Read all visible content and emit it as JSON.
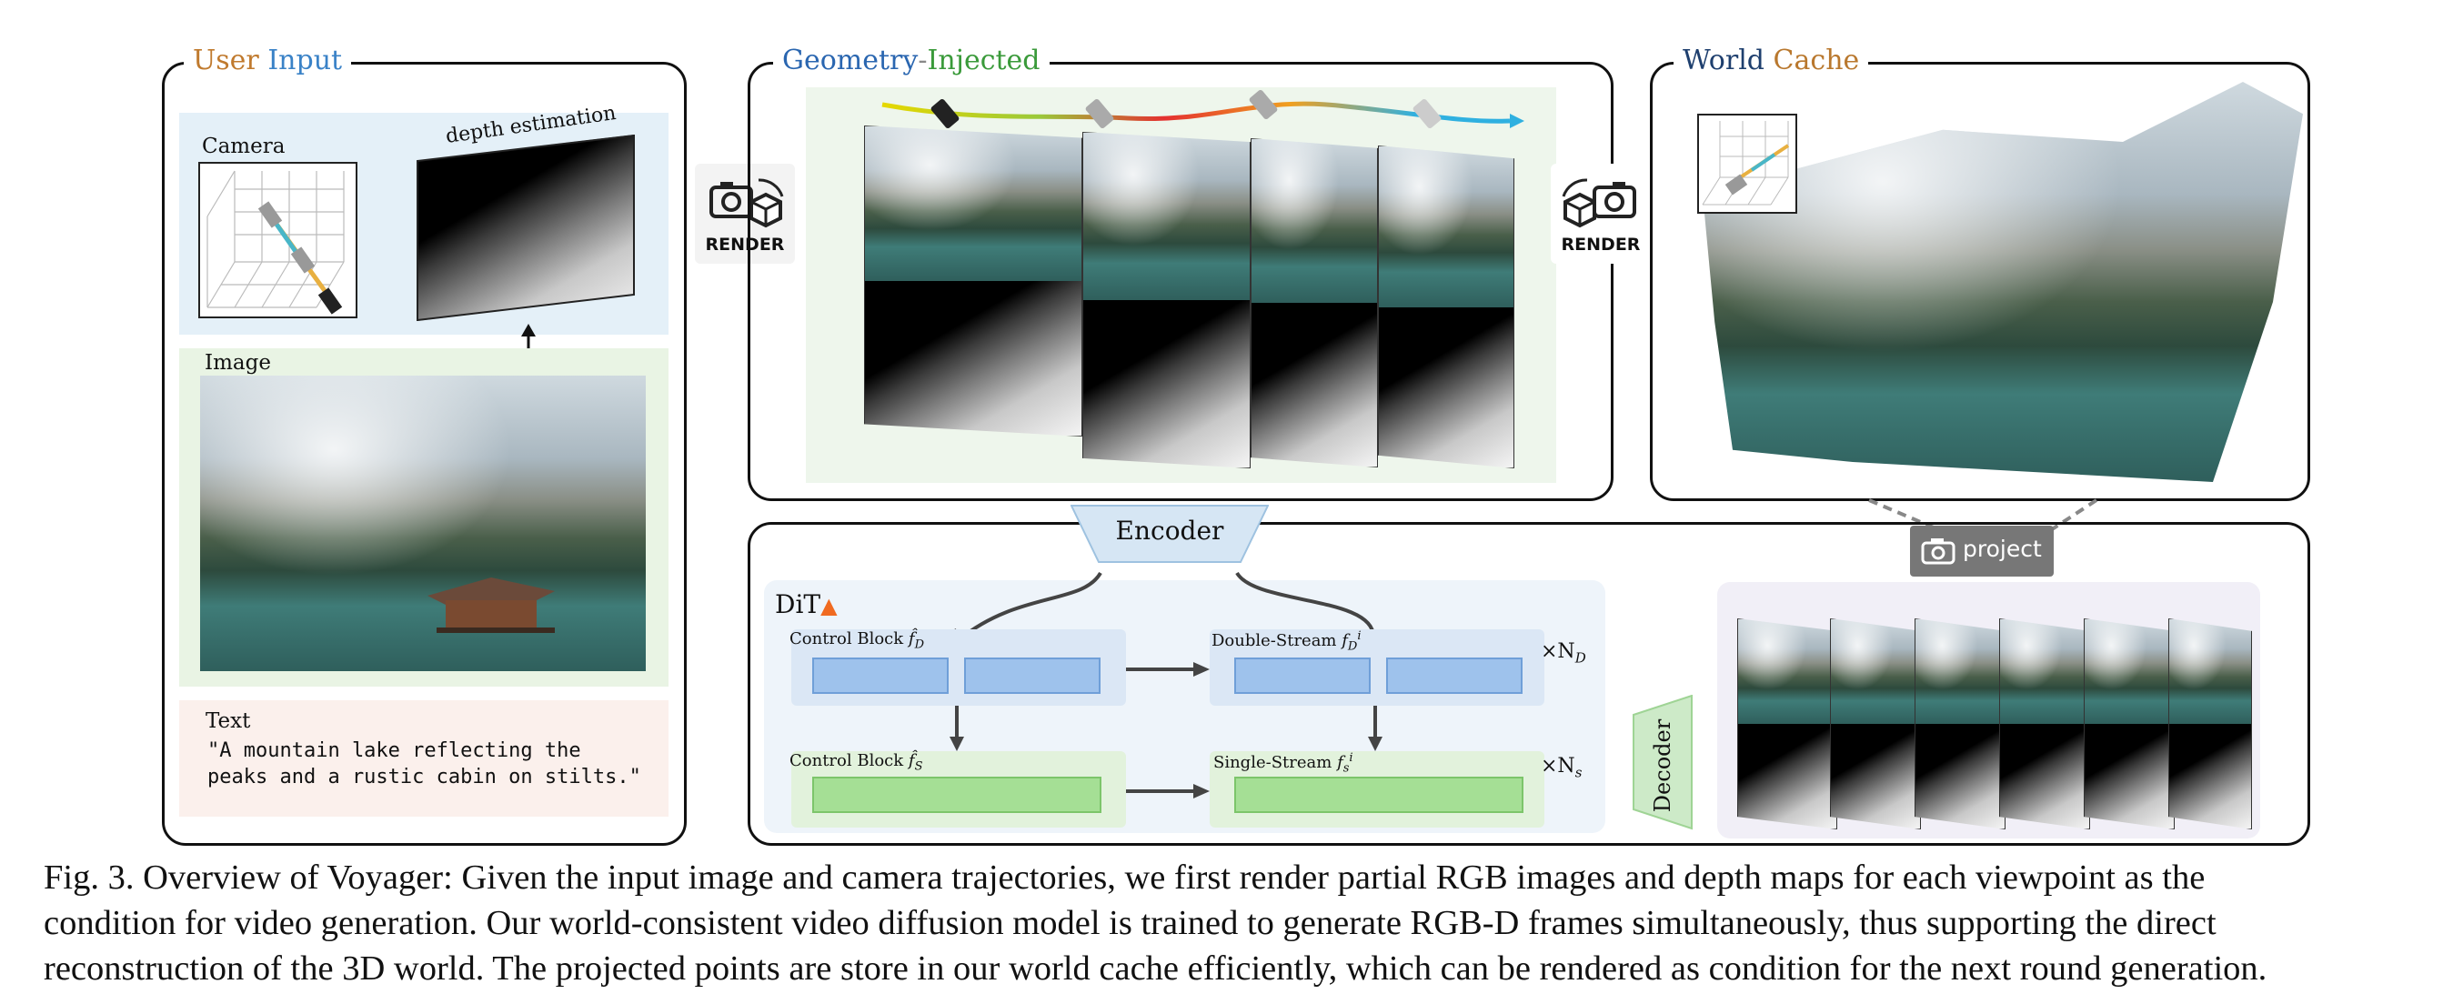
{
  "panels": {
    "user_input": {
      "title_word1": "User",
      "title_word2": "Input",
      "title_color1": "#c07a2e",
      "title_color2": "#3a82c7",
      "camera_label": "Camera",
      "depth_label": "depth estimation",
      "image_label": "Image",
      "text_label": "Text",
      "text_prompt_line1": "\"A mountain lake reflecting the",
      "text_prompt_line2": "peaks and a rustic cabin on stilts.\""
    },
    "geometry": {
      "title_word1": "Geometry",
      "title_sep": "-",
      "title_word2": "Injected",
      "title_color1": "#2a66b0",
      "title_color2": "#3a9a3a"
    },
    "world_cache": {
      "title_word1": "World",
      "title_word2": "Cache",
      "title_color1": "#1e3f6e",
      "title_color2": "#b9782e"
    }
  },
  "render_left": "RENDER",
  "render_right": "RENDER",
  "encoder": "Encoder",
  "decoder": "Decoder",
  "project": "project",
  "dit": {
    "label": "DiT",
    "fire_icon": "fire-icon",
    "control_block_d_label": "Control Block",
    "control_block_d_sym": "f̂",
    "control_block_d_sub": "D",
    "double_stream_label": "Double-Stream",
    "double_stream_sym": "f",
    "double_stream_sub": "D",
    "double_stream_sup": "i",
    "control_block_s_label": "Control Block",
    "control_block_s_sym": "f̂",
    "control_block_s_sub": "S",
    "single_stream_label": "Single-Stream",
    "single_stream_sym": "f",
    "single_stream_sub": "s",
    "single_stream_sup": "i",
    "times_nd": "×N",
    "times_nd_sub": "D",
    "times_ns": "×N",
    "times_ns_sub": "s"
  },
  "colors": {
    "light_blue_panel": "#e4f0f8",
    "light_green_panel": "#e9f4e4",
    "light_pink_panel": "#fbf0ec",
    "dit_bg": "#eef4fa",
    "decoder_bg": "#f1eff7",
    "encoder_fill": "#d6e6f4",
    "decoder_fill": "#cdeac8",
    "project_fill": "#777777"
  },
  "caption": {
    "line1": "Fig. 3.  Overview of Voyager: Given the input image and camera trajectories, we first render partial RGB images and depth maps for each viewpoint as the",
    "line2": "condition for video generation. Our world-consistent video diffusion model is trained to generate RGB-D frames simultaneously, thus supporting the direct",
    "line3": "reconstruction of the 3D world. The projected points are store in our world cache efficiently, which can be rendered as condition for the next round generation."
  }
}
